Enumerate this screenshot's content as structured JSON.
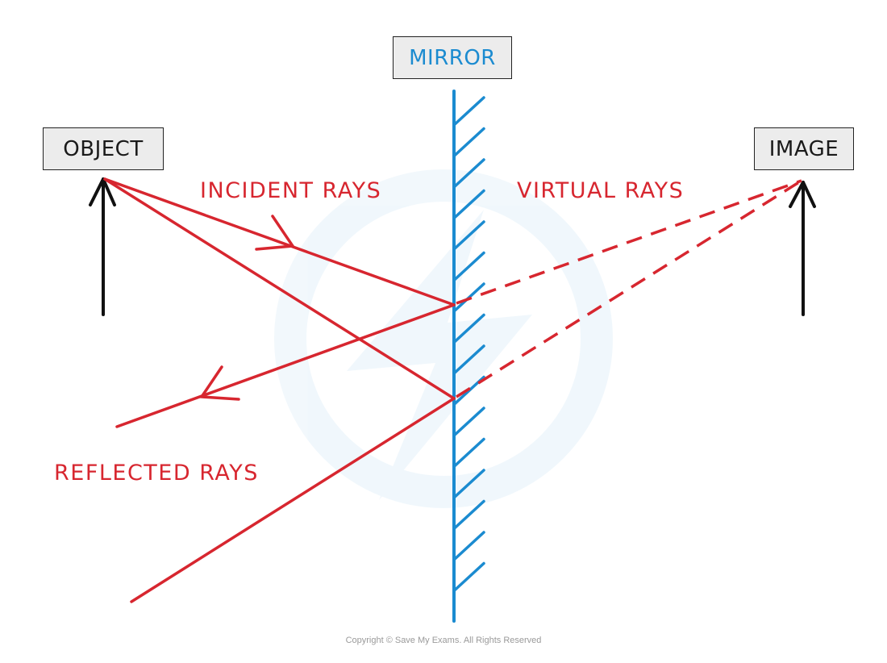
{
  "labels": {
    "mirror": "MIRROR",
    "object": "OBJECT",
    "image": "IMAGE",
    "incident_rays": "INCIDENT  RAYS",
    "virtual_rays": "VIRTUAL  RAYS",
    "reflected_rays": "REFLECTED  RAYS"
  },
  "footer": {
    "copyright": "Copyright © Save My Exams. All Rights Reserved"
  },
  "colors": {
    "ray_red": "#d7262f",
    "mirror_blue": "#1b8bd0",
    "arrow_black": "#111111",
    "box_fill": "#ececec"
  }
}
